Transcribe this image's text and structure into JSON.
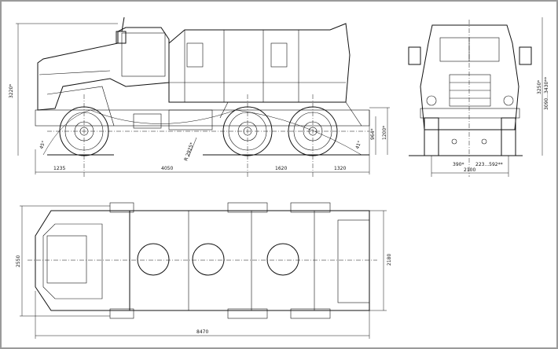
{
  "drawing": {
    "side_view": {
      "overall_height": "3220*",
      "approach_angle": "45°",
      "departure_angle": "41°",
      "ramp_radius": "R 2925*",
      "rear_height_1": "964*",
      "rear_height_2": "1200*",
      "front_overhang": "1235",
      "wheelbase_1": "4050",
      "wheelbase_2": "1620",
      "rear_overhang": "1320"
    },
    "front_view": {
      "height_1": "3250*",
      "height_range": "3090...3430**",
      "ground_clearance": "390*",
      "clearance_range": "223...592**",
      "track_width": "2100"
    },
    "top_view": {
      "overall_width": "2550",
      "body_width": "2180",
      "overall_length": "8470"
    }
  }
}
